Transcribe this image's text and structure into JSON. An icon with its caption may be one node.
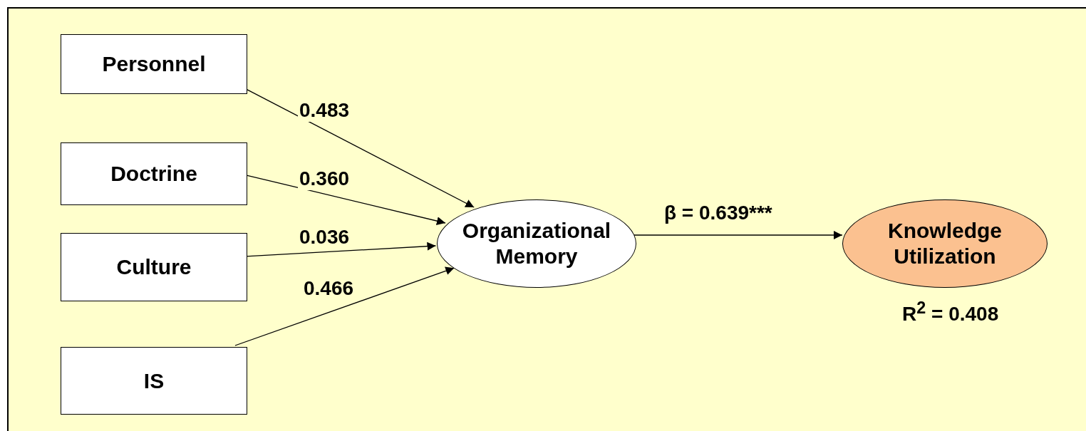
{
  "diagram": {
    "nodes": [
      {
        "text": [
          "Personnel"
        ]
      },
      {
        "text": [
          "Doctrine"
        ]
      },
      {
        "text": [
          "Culture"
        ]
      },
      {
        "text": [
          "IS"
        ]
      },
      {
        "text": [
          "Organizational Memory"
        ]
      },
      {
        "text": [
          "Knowledge Utilization"
        ],
        "beside": [
          "R$^{2}$ = 0.408"
        ]
      }
    ],
    "edges": [
      {
        "from": 0,
        "to": 4,
        "arrow": "to",
        "label": "0.483"
      },
      {
        "from": 1,
        "to": 4,
        "arrow": "to",
        "label": "0.360"
      },
      {
        "from": 2,
        "to": 4,
        "arrow": "to",
        "label": "0.036"
      },
      {
        "from": 3,
        "to": 4,
        "arrow": "to",
        "label": "0.466"
      },
      {
        "from": 4,
        "to": 5,
        "arrow": "to",
        "label": "β = 0.639***"
      }
    ]
  }
}
